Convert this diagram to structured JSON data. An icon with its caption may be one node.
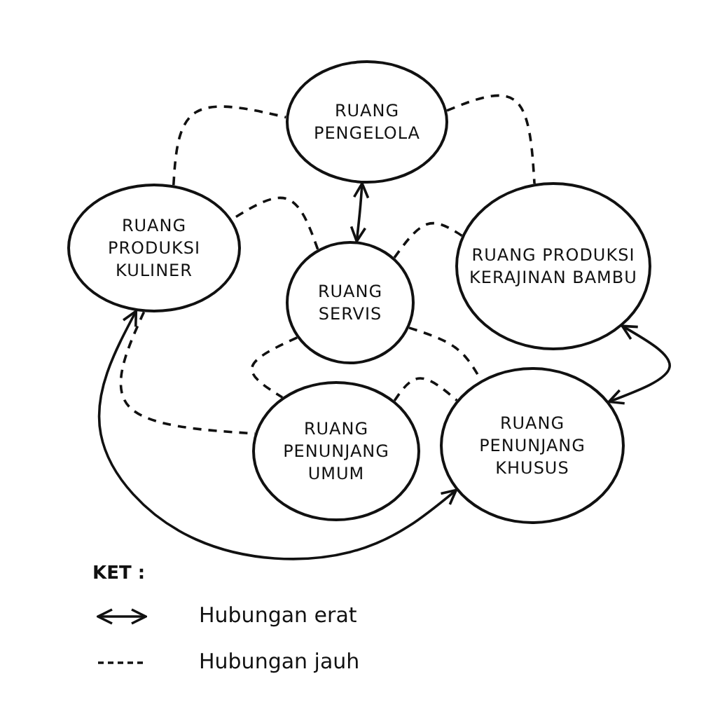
{
  "diagram": {
    "nodes": [
      {
        "text": [
          "RUANG PENGELOLA"
        ]
      },
      {
        "text": [
          "RUANG PRODUKSI KULINER"
        ]
      },
      {
        "text": [
          "RUANG SERVIS"
        ]
      },
      {
        "text": [
          "RUANG PRODUKSI KERAJINAN BAMBU"
        ]
      },
      {
        "text": [
          "RUANG PENUNJANG UMUM"
        ]
      },
      {
        "text": [
          "RUANG PENUNJANG KHUSUS"
        ]
      }
    ],
    "edges": [
      {
        "from": 1,
        "to": 0,
        "arrow": "none",
        "style": "dashed"
      },
      {
        "from": 0,
        "to": 3,
        "arrow": "none",
        "style": "dashed"
      },
      {
        "from": 2,
        "to": 1,
        "arrow": "none",
        "style": "dashed"
      },
      {
        "from": 2,
        "to": 3,
        "arrow": "none",
        "style": "dashed"
      },
      {
        "from": 2,
        "to": 4,
        "arrow": "none",
        "style": "dashed"
      },
      {
        "from": 2,
        "to": 5,
        "arrow": "none",
        "style": "dashed"
      },
      {
        "from": 1,
        "to": 4,
        "arrow": "none",
        "style": "dashed"
      },
      {
        "from": 4,
        "to": 5,
        "arrow": "none",
        "style": "dashed"
      },
      {
        "from": 0,
        "to": 2,
        "arrow": "both"
      },
      {
        "from": 3,
        "to": 5,
        "arrow": "both"
      },
      {
        "from": 1,
        "to": 5,
        "arrow": "both"
      }
    ],
    "labels": [
      "KET :"
    ],
    "legend": [
      {
        "text": "Hubungan erat"
      },
      {
        "text": "Hubungan jauh"
      }
    ]
  }
}
